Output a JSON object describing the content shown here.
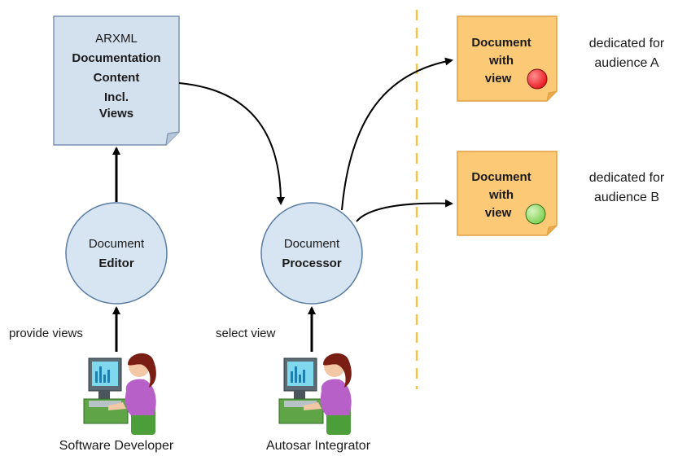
{
  "source_doc": {
    "line1": "ARXML",
    "line2": "Documentation",
    "line3": "Content",
    "line4": "Incl.",
    "line5": "Views"
  },
  "editor": {
    "line1": "Document",
    "line2": "Editor"
  },
  "processor": {
    "line1": "Document",
    "line2": "Processor"
  },
  "output_a": {
    "line1": "Document",
    "line2": "with",
    "line3": "view",
    "dot_color": "#e8141c",
    "note_line1": "dedicated for",
    "note_line2": "audience A"
  },
  "output_b": {
    "line1": "Document",
    "line2": "with",
    "line3": "view",
    "dot_color": "#7ccf4e",
    "note_line1": "dedicated for",
    "note_line2": "audience B"
  },
  "edge_labels": {
    "provide_views": "provide views",
    "select_view": "select view"
  },
  "actors": {
    "developer": "Software Developer",
    "integrator": "Autosar Integrator"
  },
  "colors": {
    "doc_fill": "#d3e0ee",
    "doc_stroke": "#7a93b0",
    "circle_fill": "#d7e4f2",
    "circle_stroke": "#5c7da3",
    "output_fill": "#fcca76",
    "output_stroke": "#e0a040",
    "separator": "#f6c342"
  }
}
